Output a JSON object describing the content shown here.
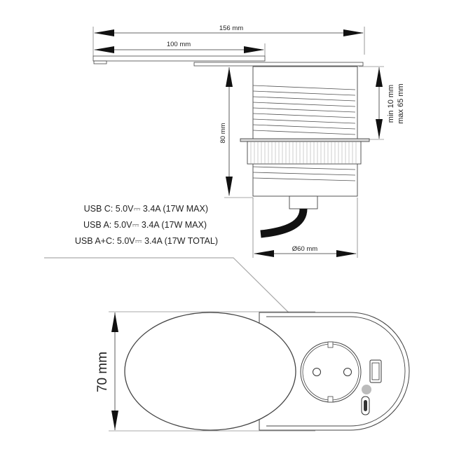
{
  "dimensions": {
    "total_width": "156 mm",
    "lid_width": "100 mm",
    "body_height": "80 mm",
    "desk_thickness": [
      "min 10 mm",
      "max 65 mm"
    ],
    "diameter": "Ø60 mm",
    "top_view_height": "70 mm"
  },
  "specs": [
    "USB C: 5.0V⎓ 3.4A (17W MAX)",
    "USB A: 5.0V⎓ 3.4A (17W MAX)",
    "USB A+C: 5.0V⎓ 3.4A (17W TOTAL)"
  ],
  "colors": {
    "line": "#333333",
    "leader": "#aaaaaa",
    "dot": "#bbbbbb"
  }
}
